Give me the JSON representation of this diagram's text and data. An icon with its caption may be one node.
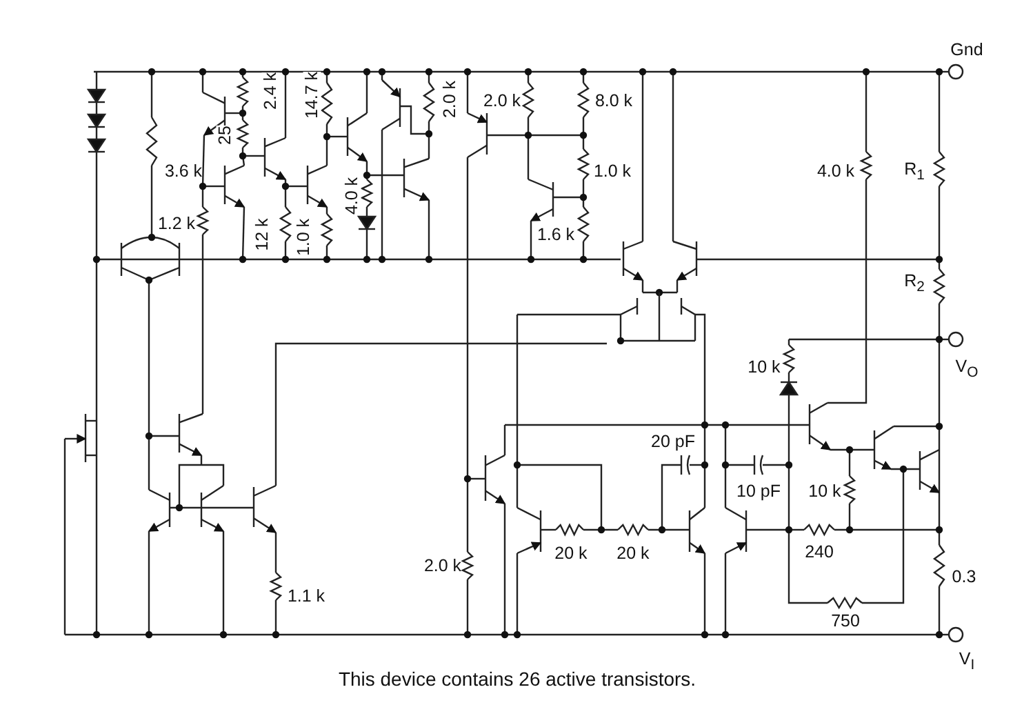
{
  "diagram": {
    "caption": "This device contains 26 active transistors.",
    "labels": [
      "Gnd",
      "3.6 k",
      "25",
      "2.4 k",
      "14.7 k",
      "2.0 k",
      "2.0 k",
      "8.0 k",
      "1.0 k",
      "4.0 k",
      "R$_{1}$",
      "1.2 k",
      "12 k",
      "1.0 k",
      "4.0 k",
      "1.6 k",
      "R$_{2}$",
      "10 k",
      "V$_{O}$",
      "20 pF",
      "10 pF",
      "10 k",
      "2.0 k",
      "20 k",
      "20 k",
      "240",
      "0.3",
      "1.1 k",
      "750",
      "V$_{I}$"
    ]
  }
}
